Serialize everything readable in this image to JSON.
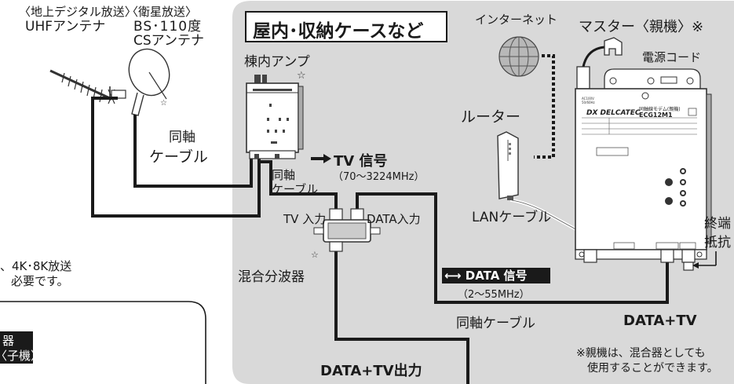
{
  "antennas": {
    "terrestrial_header": "〈地上デジタル放送〉",
    "terrestrial_name": "UHFアンテナ",
    "satellite_header": "〈衛星放送〉",
    "satellite_name_1": "BS･110度",
    "satellite_name_2": "CSアンテナ"
  },
  "indoor_section": {
    "title": "屋内･収納ケースなど"
  },
  "labels": {
    "amp": "棟内アンプ",
    "coax_left_1": "同軸",
    "coax_left_2": "ケーブル",
    "coax_mid_1": "同軸",
    "coax_mid_2": "ケーブル",
    "tv_signal": "TV 信号",
    "tv_freq": "（70～3224MHz）",
    "tv_input": "TV 入力",
    "data_input": "DATA入力",
    "mixer": "混合分波器",
    "data_signal": "DATA 信号",
    "data_freq": "（2～55MHz）",
    "coax_bottom": "同軸ケーブル",
    "data_tv_out": "DATA+TV出力",
    "data_tv": "DATA+TV",
    "lan_cable": "LANケーブル",
    "router": "ルーター",
    "internet": "インターネット",
    "master": "マスター〈親機〉※",
    "power_cord": "電源コード",
    "terminator_1": "終端",
    "terminator_2": "抵抗",
    "note_1": "※親機は、混合器としても",
    "note_2": "使用することができます。",
    "left_note_1": "、4K･8K放送",
    "left_note_2": "必要です。",
    "child_1": "器",
    "child_2": "〈子機〉"
  },
  "device": {
    "brand": "DX DELCATEC",
    "model_name": "同軸線モデム(親機)",
    "model": "ECG12M1"
  },
  "colors": {
    "indoor_bg": "#d9d9d9",
    "cable": "#1a1a1a",
    "dark_label_bg": "#1a1a1a"
  }
}
